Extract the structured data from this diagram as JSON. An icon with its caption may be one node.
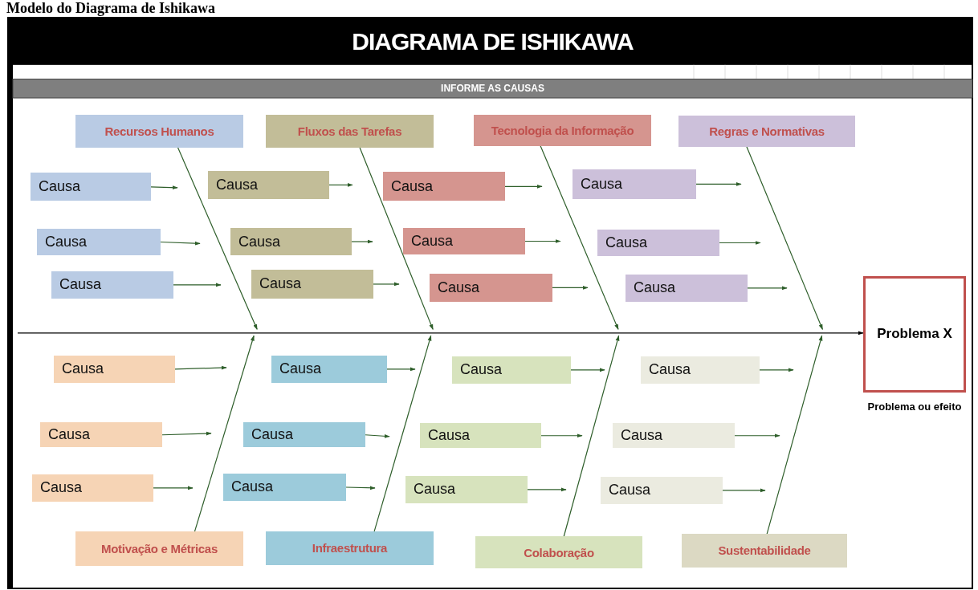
{
  "diagram": {
    "title": "Modelo do Diagrama de Ishikawa",
    "nodes": [
      {
        "text": [
          "Recursos Humanos"
        ]
      },
      {
        "text": [
          "Fluxos das Tarefas"
        ]
      },
      {
        "text": [
          "Tecnologia da Informação"
        ]
      },
      {
        "text": [
          "Regras e Normativas"
        ]
      },
      {
        "text": [
          "Causa"
        ]
      },
      {
        "text": [
          "Causa"
        ]
      },
      {
        "text": [
          "Causa"
        ]
      },
      {
        "text": [
          "Causa"
        ]
      },
      {
        "text": [
          "Causa"
        ]
      },
      {
        "text": [
          "Causa"
        ]
      },
      {
        "text": [
          "Causa"
        ]
      },
      {
        "text": [
          "Causa"
        ]
      },
      {
        "text": [
          "Causa"
        ]
      },
      {
        "text": [
          "Causa"
        ]
      },
      {
        "text": [
          "Causa"
        ]
      },
      {
        "text": [
          "Causa"
        ]
      },
      {
        "text": [
          "Problema X"
        ],
        "beside": [
          "Problema ou efeito"
        ]
      },
      {
        "text": [
          "Causa"
        ]
      },
      {
        "text": [
          "Causa"
        ]
      },
      {
        "text": [
          "Causa"
        ]
      },
      {
        "text": [
          "Causa"
        ]
      },
      {
        "text": [
          "Causa"
        ]
      },
      {
        "text": [
          "Causa"
        ]
      },
      {
        "text": [
          "Causa"
        ]
      },
      {
        "text": [
          "Causa"
        ]
      },
      {
        "text": [
          "Causa"
        ]
      },
      {
        "text": [
          "Causa"
        ]
      },
      {
        "text": [
          "Causa"
        ]
      },
      {
        "text": [
          "Causa"
        ]
      },
      {
        "text": [
          "Motivação e Métricas"
        ]
      },
      {
        "text": [
          "Infraestrutura"
        ]
      },
      {
        "text": [
          "Colaboração"
        ]
      },
      {
        "text": [
          "Sustentabilidade"
        ]
      }
    ],
    "edges": [
      {
        "from": 4,
        "to": null,
        "arrow": "to"
      },
      {
        "from": 5,
        "to": null,
        "arrow": "to"
      },
      {
        "from": 6,
        "to": null,
        "arrow": "to"
      },
      {
        "from": 7,
        "to": null,
        "arrow": "to"
      },
      {
        "from": 8,
        "to": null,
        "arrow": "to"
      },
      {
        "from": 9,
        "to": null,
        "arrow": "to"
      },
      {
        "from": 10,
        "to": null,
        "arrow": "to"
      },
      {
        "from": 11,
        "to": null,
        "arrow": "to"
      },
      {
        "from": 12,
        "to": null,
        "arrow": "to"
      },
      {
        "from": 13,
        "to": null,
        "arrow": "to"
      },
      {
        "from": 14,
        "to": null,
        "arrow": "to"
      },
      {
        "from": 15,
        "to": null,
        "arrow": "to"
      },
      {
        "from": 17,
        "to": null,
        "arrow": "to"
      },
      {
        "from": 18,
        "to": null,
        "arrow": "to"
      },
      {
        "from": 19,
        "to": null,
        "arrow": "to"
      },
      {
        "from": 20,
        "to": null,
        "arrow": "to"
      },
      {
        "from": 21,
        "to": null,
        "arrow": "to"
      },
      {
        "from": 22,
        "to": null,
        "arrow": "to"
      },
      {
        "from": 23,
        "to": null,
        "arrow": "to"
      },
      {
        "from": 24,
        "to": null,
        "arrow": "to"
      },
      {
        "from": 25,
        "to": null,
        "arrow": "to"
      },
      {
        "from": 26,
        "to": null,
        "arrow": "to"
      },
      {
        "from": 27,
        "to": null,
        "arrow": "to"
      },
      {
        "from": 28,
        "to": null,
        "arrow": "to"
      },
      {
        "from": 0,
        "to": null,
        "arrow": "to"
      },
      {
        "from": 1,
        "to": null,
        "arrow": "to"
      },
      {
        "from": 2,
        "to": null,
        "arrow": "to"
      },
      {
        "from": 3,
        "to": null,
        "arrow": "to"
      },
      {
        "from": 29,
        "to": null,
        "arrow": "to"
      },
      {
        "from": 30,
        "to": null,
        "arrow": "to"
      },
      {
        "from": 31,
        "to": null,
        "arrow": "to"
      },
      {
        "from": 32,
        "to": null,
        "arrow": "to"
      },
      {
        "from": null,
        "to": 16,
        "arrow": "to",
        "color": "#000000"
      }
    ],
    "labels": [
      "DIAGRAMA DE ISHIKAWA",
      "INFORME AS CAUSAS"
    ]
  }
}
